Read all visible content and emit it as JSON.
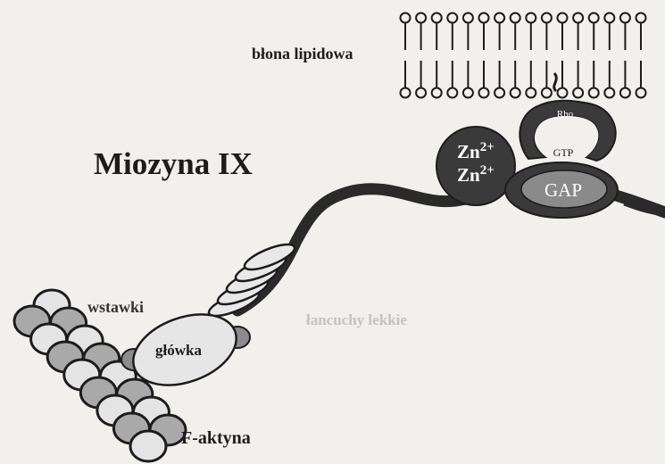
{
  "title": "Miozyna IX",
  "labels": {
    "membrane": "błona lipidowa",
    "inserts": "wstawki",
    "head": "główka",
    "light_chains": "łancuchy lekkie",
    "actin": "F-aktyna",
    "rho": "Rho",
    "gtp": "GTP",
    "gap": "GAP",
    "zinc_line1": "Zn",
    "zinc_line2": "Zn",
    "zinc_charge": "2+"
  },
  "colors": {
    "background": "#f1f0ec",
    "ink": "#1c1c1c",
    "dark_fill": "#3a3a3a",
    "gap_fill": "#8a8a8a",
    "light_fill": "#e6e6e6",
    "actin_fill": "#a9a9a9",
    "faded_label": "#c2c2c2"
  }
}
